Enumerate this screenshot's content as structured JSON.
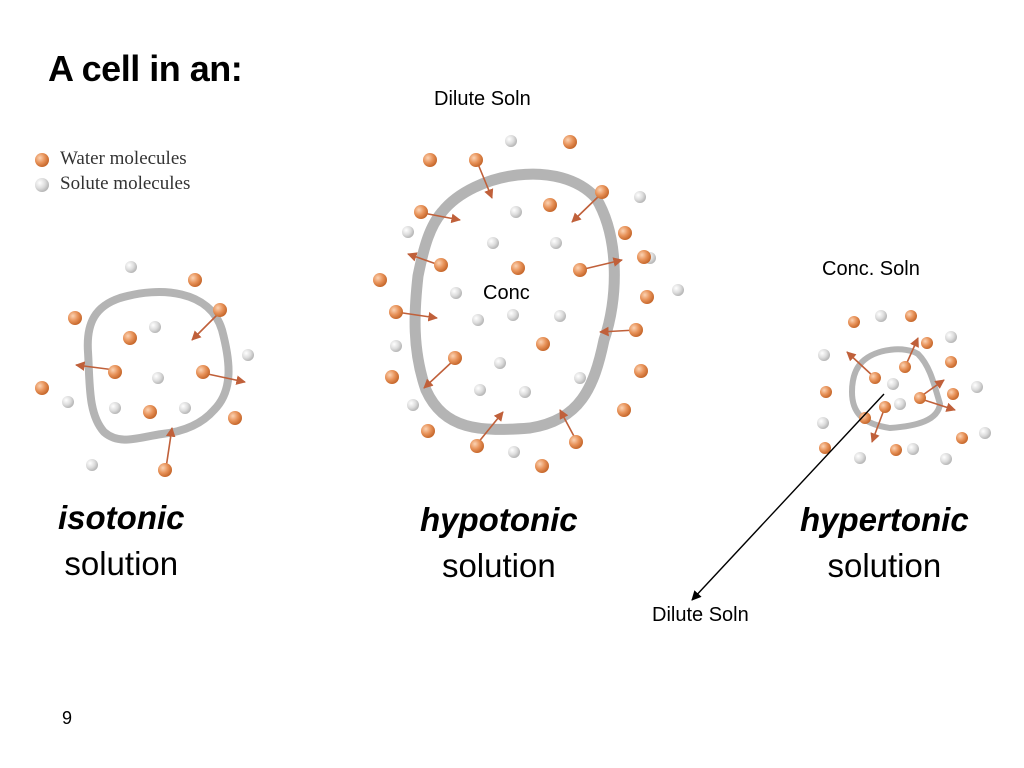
{
  "slide": {
    "title": "A cell in an:",
    "page_number": "9"
  },
  "legend": {
    "water_label": "Water molecules",
    "solute_label": "Solute molecules",
    "water_color": "#e8935a",
    "solute_color": "#d6d6d6"
  },
  "colors": {
    "membrane": "#b4b4b4",
    "arrow": "#c0603a"
  },
  "annotations": {
    "hypotonic_outside": "Dilute Soln",
    "hypotonic_inside": "Conc",
    "hypertonic_outside": "Conc. Soln",
    "hypertonic_inside": "Dilute Soln"
  },
  "captions": {
    "isotonic": {
      "kind": "isotonic",
      "word": "solution"
    },
    "hypotonic": {
      "kind": "hypotonic",
      "word": "solution"
    },
    "hypertonic": {
      "kind": "hypertonic",
      "word": "solution"
    }
  }
}
